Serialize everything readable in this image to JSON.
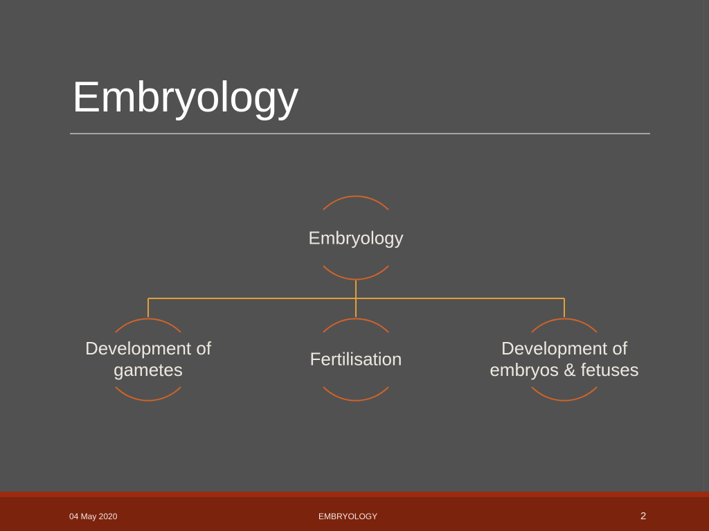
{
  "slide": {
    "title": "Embryology",
    "number": "2"
  },
  "diagram": {
    "root": {
      "label": "Embryology"
    },
    "children": [
      {
        "label_line1": "Development of",
        "label_line2": "gametes"
      },
      {
        "label_line1": "Fertilisation"
      },
      {
        "label_line1": "Development of",
        "label_line2": "embryos & fetuses"
      }
    ],
    "colors": {
      "arc": "#d0632a",
      "connector": "#e0a03a",
      "text": "#ece8e0"
    }
  },
  "footer": {
    "date": "04 May 2020",
    "center_text": "EMBRYOLOGY",
    "page_number": "2",
    "band_color": "#7b230d",
    "stripe_color": "#9b2b10"
  }
}
